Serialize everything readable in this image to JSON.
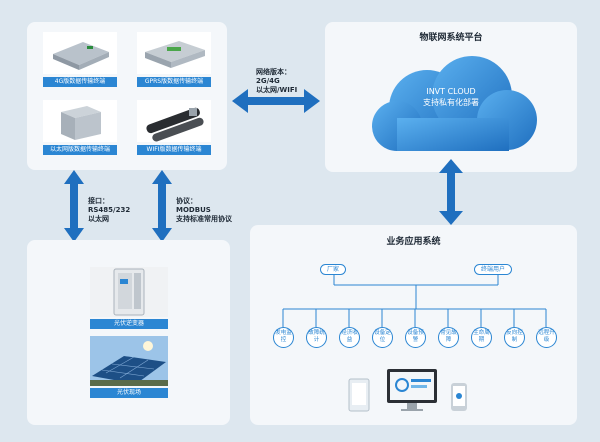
{
  "devices": [
    {
      "label": "4G版数据传输终端",
      "icon": "4g-terminal-icon"
    },
    {
      "label": "GPRS版数据传输终端",
      "icon": "gprs-terminal-icon"
    },
    {
      "label": "以太网版数据传输终端",
      "icon": "ethernet-terminal-icon"
    },
    {
      "label": "WIFI版数据传输终端",
      "icon": "wifi-terminal-icon"
    }
  ],
  "network_label": [
    "网络版本：",
    "2G/4G",
    "以太网/WIFI"
  ],
  "interface_label": [
    "接口：",
    "RS485/232",
    "以太网"
  ],
  "protocol_label": [
    "协议：",
    "MODBUS",
    "支持标准常用协议"
  ],
  "platform": {
    "title": "物联网系统平台",
    "cloud_line1": "INVT CLOUD",
    "cloud_line2": "支持私有化部署"
  },
  "apps": {
    "title": "业务应用系统",
    "roles": [
      "厂家",
      "终端用户"
    ],
    "functions": [
      "发电监控",
      "故障统计",
      "经济收益",
      "设备定位",
      "设备预警",
      "常见故障",
      "生命周期",
      "反向控制",
      "远程升级"
    ]
  },
  "field": [
    {
      "label": "光伏逆变器",
      "icon": "pv-inverter-icon"
    },
    {
      "label": "光伏现场",
      "icon": "pv-site-icon"
    }
  ],
  "colors": {
    "accent": "#2b86d3",
    "arrow": "#1f6fbf",
    "background": "#dde7ef"
  }
}
